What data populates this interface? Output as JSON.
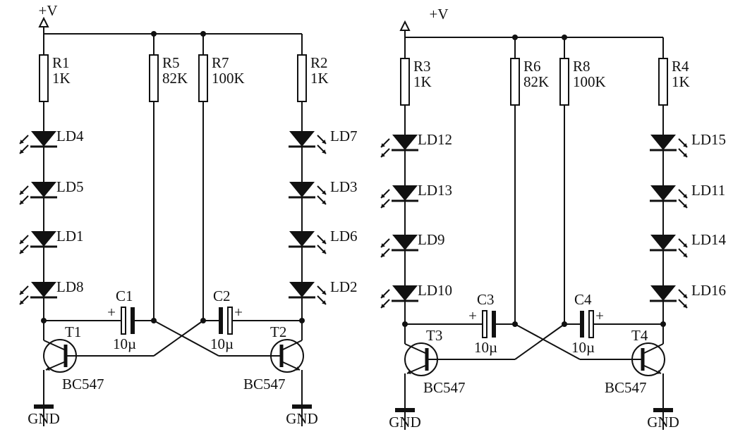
{
  "circuits": [
    {
      "supply_label": "+V",
      "ground_labels": [
        "GND",
        "GND"
      ],
      "resistors": [
        {
          "ref": "R1",
          "value": "1K"
        },
        {
          "ref": "R5",
          "value": "82K"
        },
        {
          "ref": "R7",
          "value": "100K"
        },
        {
          "ref": "R2",
          "value": "1K"
        }
      ],
      "left_leds": [
        "LD4",
        "LD5",
        "LD1",
        "LD8"
      ],
      "right_leds": [
        "LD7",
        "LD3",
        "LD6",
        "LD2"
      ],
      "capacitors": [
        {
          "ref": "C1",
          "value": "10µ",
          "polarity": "+"
        },
        {
          "ref": "C2",
          "value": "10µ",
          "polarity": "+"
        }
      ],
      "transistors": [
        {
          "ref": "T1",
          "type": "BC547"
        },
        {
          "ref": "T2",
          "type": "BC547"
        }
      ]
    },
    {
      "supply_label": "+V",
      "ground_labels": [
        "GND",
        "GND"
      ],
      "resistors": [
        {
          "ref": "R3",
          "value": "1K"
        },
        {
          "ref": "R6",
          "value": "82K"
        },
        {
          "ref": "R8",
          "value": "100K"
        },
        {
          "ref": "R4",
          "value": "1K"
        }
      ],
      "left_leds": [
        "LD12",
        "LD13",
        "LD9",
        "LD10"
      ],
      "right_leds": [
        "LD15",
        "LD11",
        "LD14",
        "LD16"
      ],
      "capacitors": [
        {
          "ref": "C3",
          "value": "10µ",
          "polarity": "+"
        },
        {
          "ref": "C4",
          "value": "10µ",
          "polarity": "+"
        }
      ],
      "transistors": [
        {
          "ref": "T3",
          "type": "BC547"
        },
        {
          "ref": "T4",
          "type": "BC547"
        }
      ]
    }
  ],
  "colors": {
    "ink": "#111111",
    "background": "#ffffff"
  }
}
